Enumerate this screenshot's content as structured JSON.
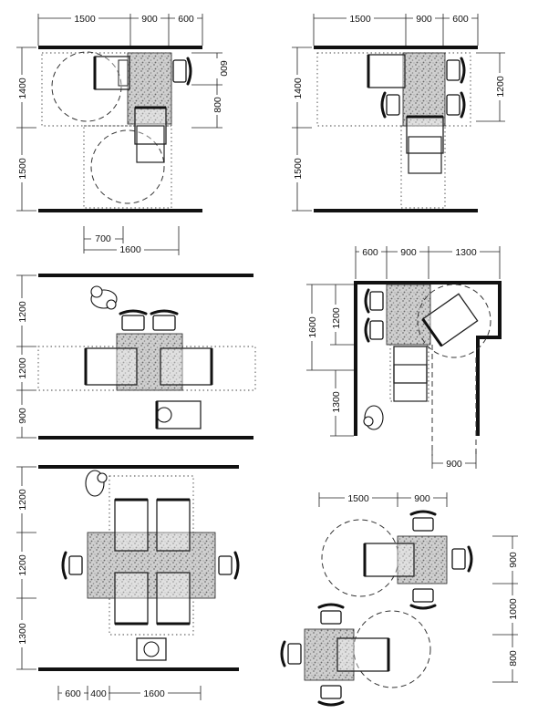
{
  "dims": {
    "p1": {
      "a": "1500",
      "b": "900",
      "c": "600",
      "d": "1400",
      "e": "1500",
      "f": "600",
      "g": "800",
      "h": "700",
      "i": "1600"
    },
    "p2": {
      "a": "1500",
      "b": "900",
      "c": "600",
      "d": "1400",
      "e": "1500",
      "f": "1200"
    },
    "p3": {
      "a": "1200",
      "b": "1200",
      "c": "900"
    },
    "p4": {
      "a": "600",
      "b": "900",
      "c": "1300",
      "d": "1600",
      "e": "1200",
      "f": "1300",
      "g": "900"
    },
    "p5": {
      "a": "1200",
      "b": "1200",
      "c": "1300",
      "d": "600",
      "e": "400",
      "f": "1600"
    },
    "p6": {
      "a": "1500",
      "b": "900",
      "c": "900",
      "d": "1000",
      "e": "800"
    }
  }
}
